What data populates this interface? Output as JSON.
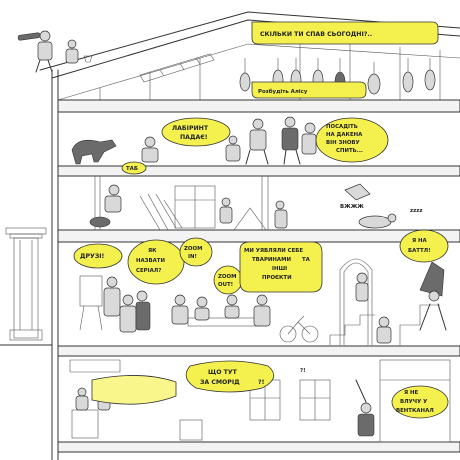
{
  "colors": {
    "bubble": "#f4f14e",
    "ink": "#333333",
    "figure": "#d9d9d9",
    "floor": "#f3f3f3",
    "background": "#ffffff"
  },
  "bubbles": {
    "roof_question": "СКІЛЬКИ ТИ СПАВ СЬОГОДНІ?..",
    "wake_alice": "Розбудіть Алісу",
    "labyrinth_1": "ЛАБІРИНТ",
    "labyrinth_2": "ПАДАЄ!",
    "seat_1": "ПОСАДІТЬ",
    "seat_2": "НА ДАКЕНА",
    "seat_3": "ВІН ЗНОВУ",
    "seat_4": "СПИТЬ...",
    "tab": "ТАБ",
    "friends": "ДРУЗІ!",
    "series_1": "ЯК",
    "series_2": "НАЗВАТИ",
    "series_3": "СЕРІАЛ?",
    "zoom_in_1": "ZOOM",
    "zoom_in_2": "IN!",
    "zoom_out_1": "ZOOM",
    "zoom_out_2": "OUT!",
    "animals_1": "МИ УЯВЛЯЛИ СЕБЕ",
    "animals_2": "ТВАРИНАМИ",
    "animals_3": "ТА",
    "animals_4": "ІНШІ",
    "animals_5": "ПРОЄКТИ",
    "battle_1": "Я НА",
    "battle_2": "БАТТЛ!",
    "smell_1": "ЩО ТУТ",
    "smell_2": "ЗА СМОРІД",
    "smell_3": "?!",
    "sfx_bxxx": "ВЖЖЖ",
    "sfx_zzz": "zzzz",
    "sfx_qmark": "?!",
    "fall_1": "Я НЕ",
    "fall_2": "ВЛУЧУ У",
    "fall_3": "ВЕНТКАНАЛ"
  }
}
